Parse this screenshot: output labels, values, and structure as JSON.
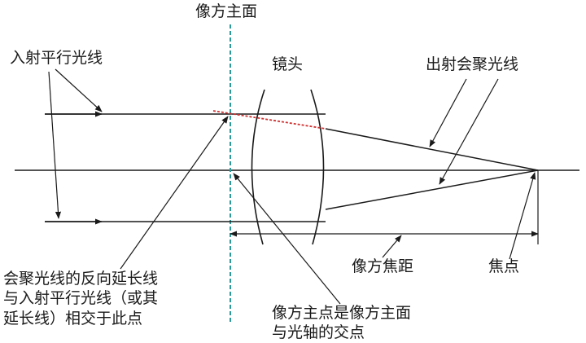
{
  "labels": {
    "image_principal_plane": "像方主面",
    "incident_parallel_rays": "入射平行光线",
    "lens": "镜头",
    "outgoing_converging_rays": "出射会聚光线",
    "image_focal_length": "像方焦距",
    "focal_point": "焦点",
    "intersection_note": [
      "会聚光线的反向延长线",
      "与入射平行光线（或其",
      "延长线）相交于此点"
    ],
    "principal_point_note": [
      "像方主点是像方主面",
      "与光轴的交点"
    ]
  },
  "colors": {
    "line": "#1a1a1a",
    "principal_plane": "#2a9a9a",
    "extension": "#d03030"
  }
}
